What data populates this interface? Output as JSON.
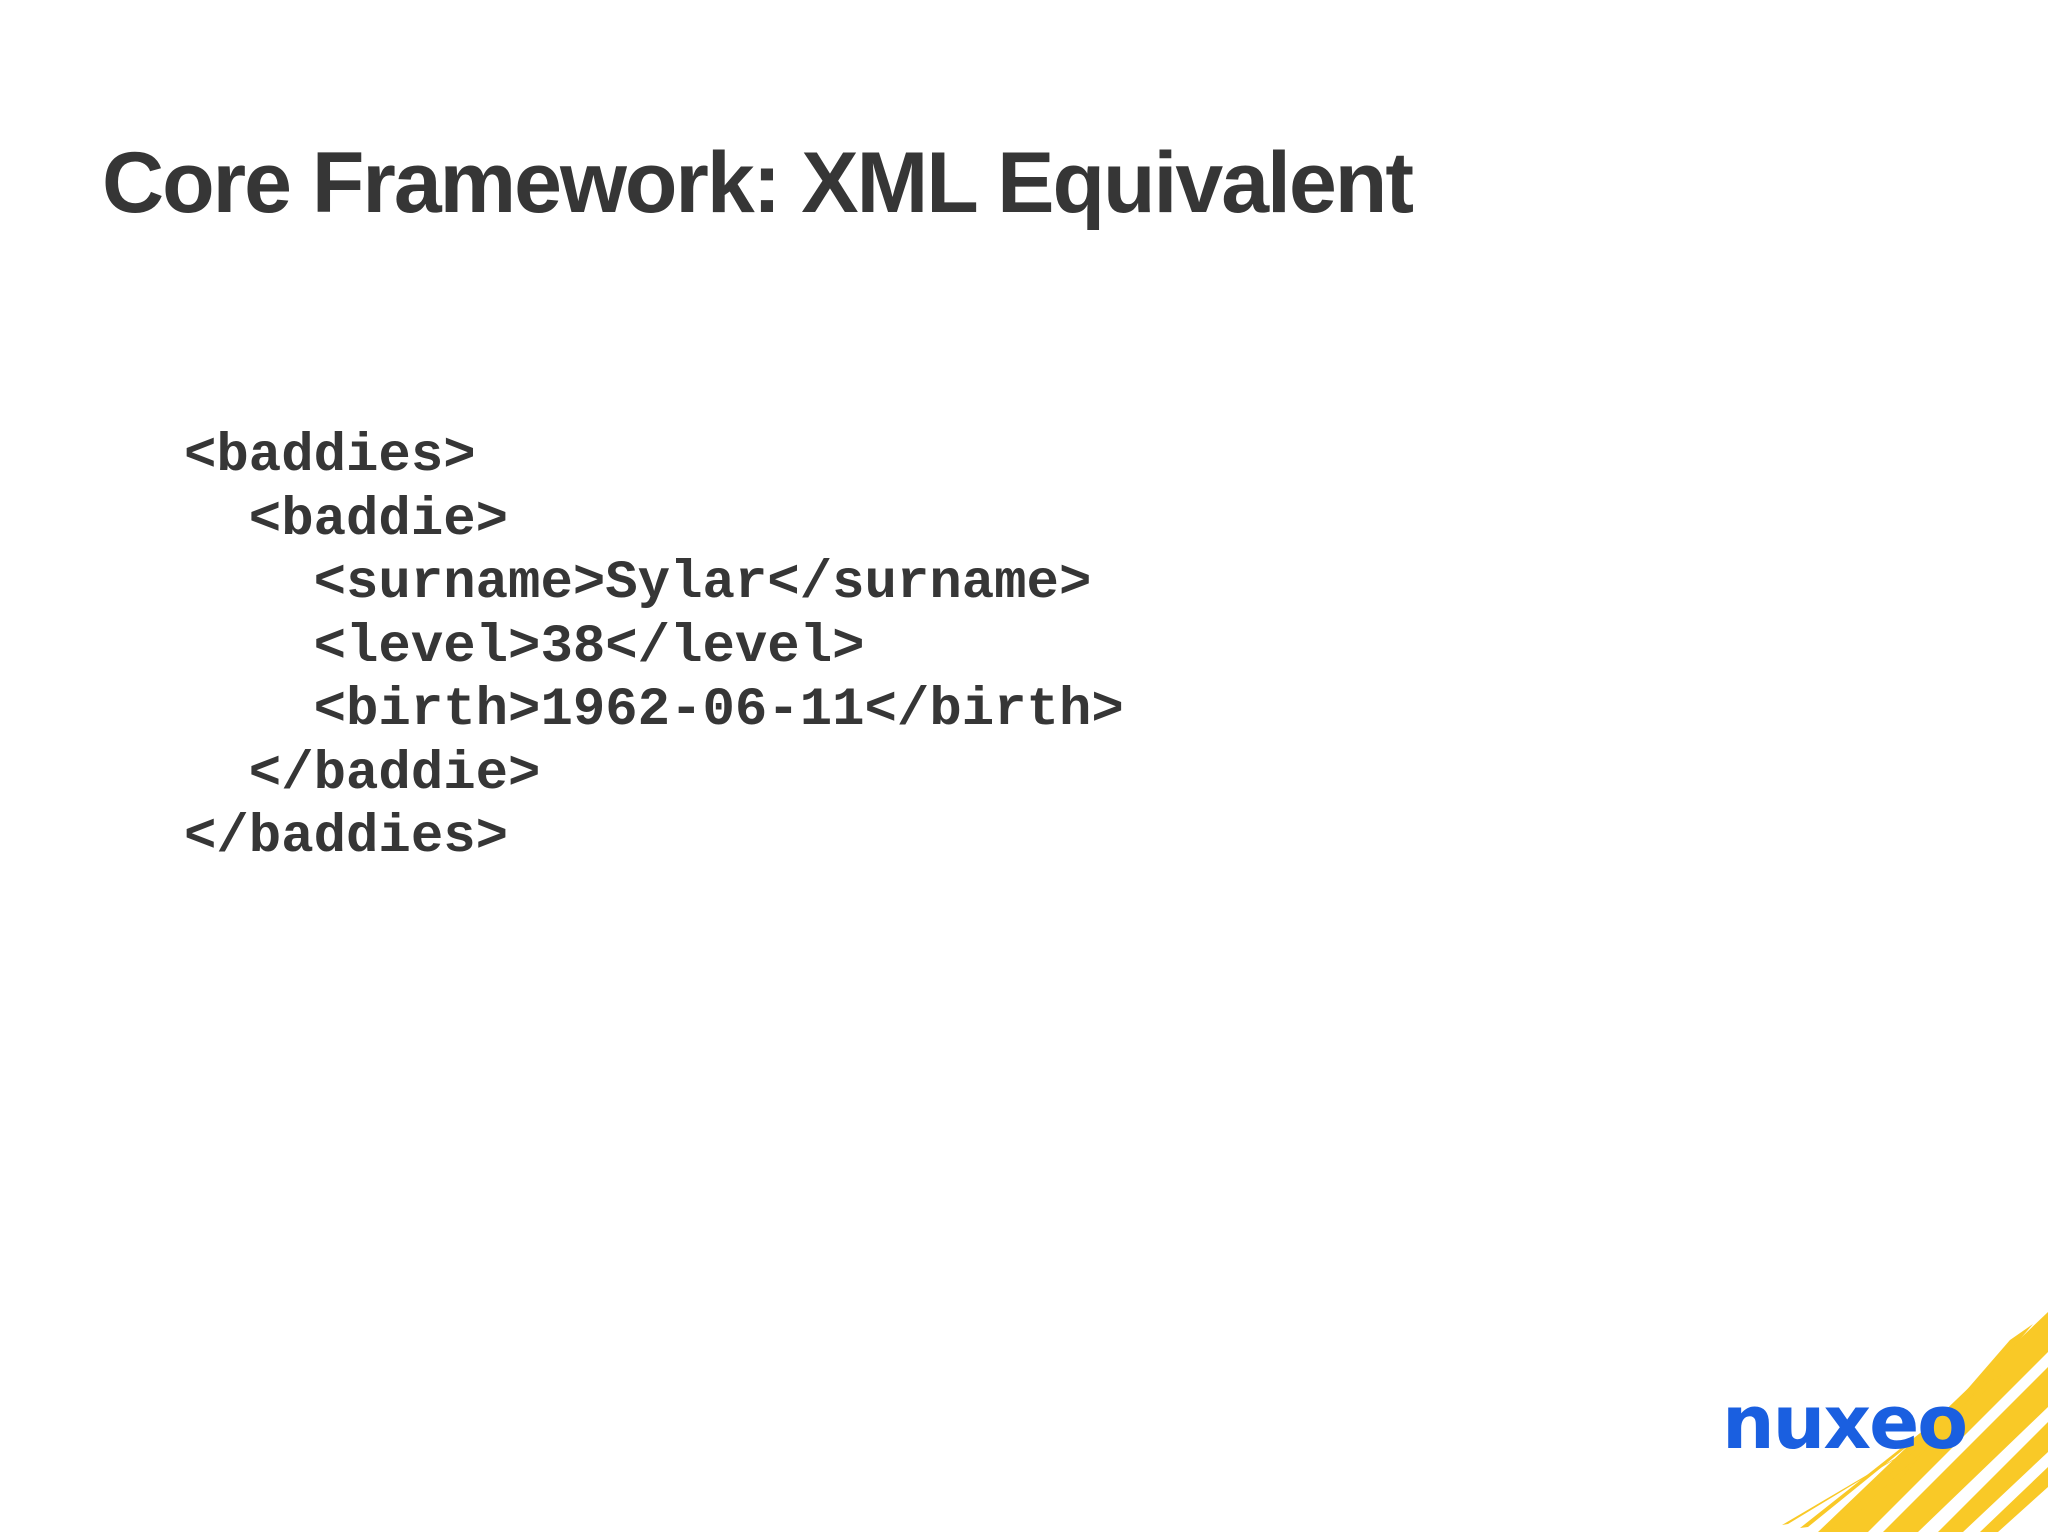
{
  "slide": {
    "title": "Core Framework: XML Equivalent",
    "code_lines": [
      "<baddies>",
      "  <baddie>",
      "    <surname>Sylar</surname>",
      "    <level>38</level>",
      "    <birth>1962-06-11</birth>",
      "  </baddie>",
      "</baddies>"
    ]
  },
  "branding": {
    "logo_text": "nuxeo",
    "logo_color": "#1a5fe0",
    "accent_color": "#f9c927"
  },
  "colors": {
    "text": "#363636",
    "background": "#ffffff"
  }
}
